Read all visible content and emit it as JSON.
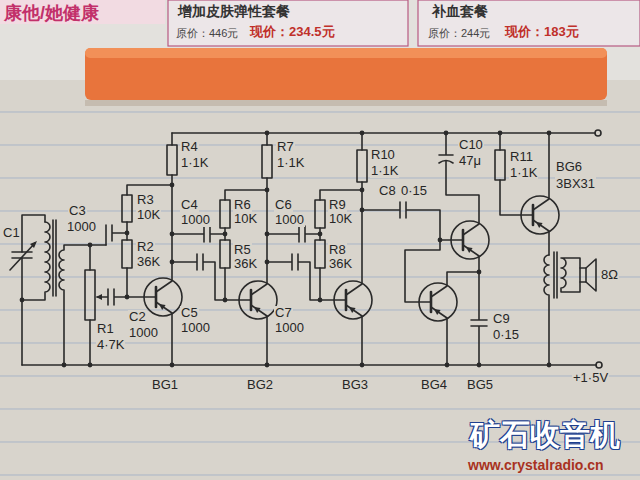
{
  "diagram": {
    "labels": [
      "康他/她健康",
      "增加皮肤弹性套餐",
      "原价：446元",
      "现价：234.5元",
      "补血套餐",
      "原价：244元",
      "现价：183元",
      "C1",
      "C3",
      "1000",
      "R3",
      "10K",
      "R2",
      "36K",
      "R1",
      "4·7K",
      "C2",
      "1000",
      "R4",
      "1·1K",
      "C4",
      "1000",
      "R6",
      "10K",
      "R5",
      "36K",
      "C5",
      "1000",
      "R7",
      "1·1K",
      "C6",
      "1000",
      "R9",
      "10K",
      "R8",
      "36K",
      "C7",
      "1000",
      "R10",
      "1·1K",
      "C8",
      "0·15",
      "C10",
      "47μ",
      "R11",
      "1·1K",
      "BG6",
      "3BX31",
      "8Ω",
      "C9",
      "0·15",
      "BG1",
      "BG2",
      "BG3",
      "BG4",
      "BG5",
      "+1·5V",
      "矿石收音机",
      "www.crystalradio.cn"
    ]
  }
}
